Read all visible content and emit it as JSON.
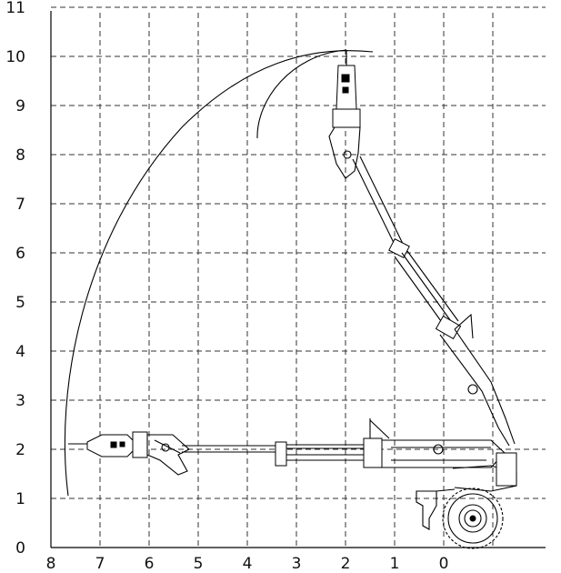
{
  "diagram": {
    "type": "working range diagram (crane boom reach)",
    "x_ticks": [
      "8",
      "7",
      "6",
      "5",
      "4",
      "3",
      "2",
      "1",
      "0"
    ],
    "y_ticks": [
      "0",
      "1",
      "2",
      "3",
      "4",
      "5",
      "6",
      "7",
      "8",
      "9",
      "10",
      "11"
    ],
    "x_range": [
      8,
      -2
    ],
    "y_range": [
      0,
      11
    ],
    "grid": "dashed",
    "colors": {
      "line": "#000000",
      "grid": "#333333",
      "background": "#ffffff"
    }
  }
}
